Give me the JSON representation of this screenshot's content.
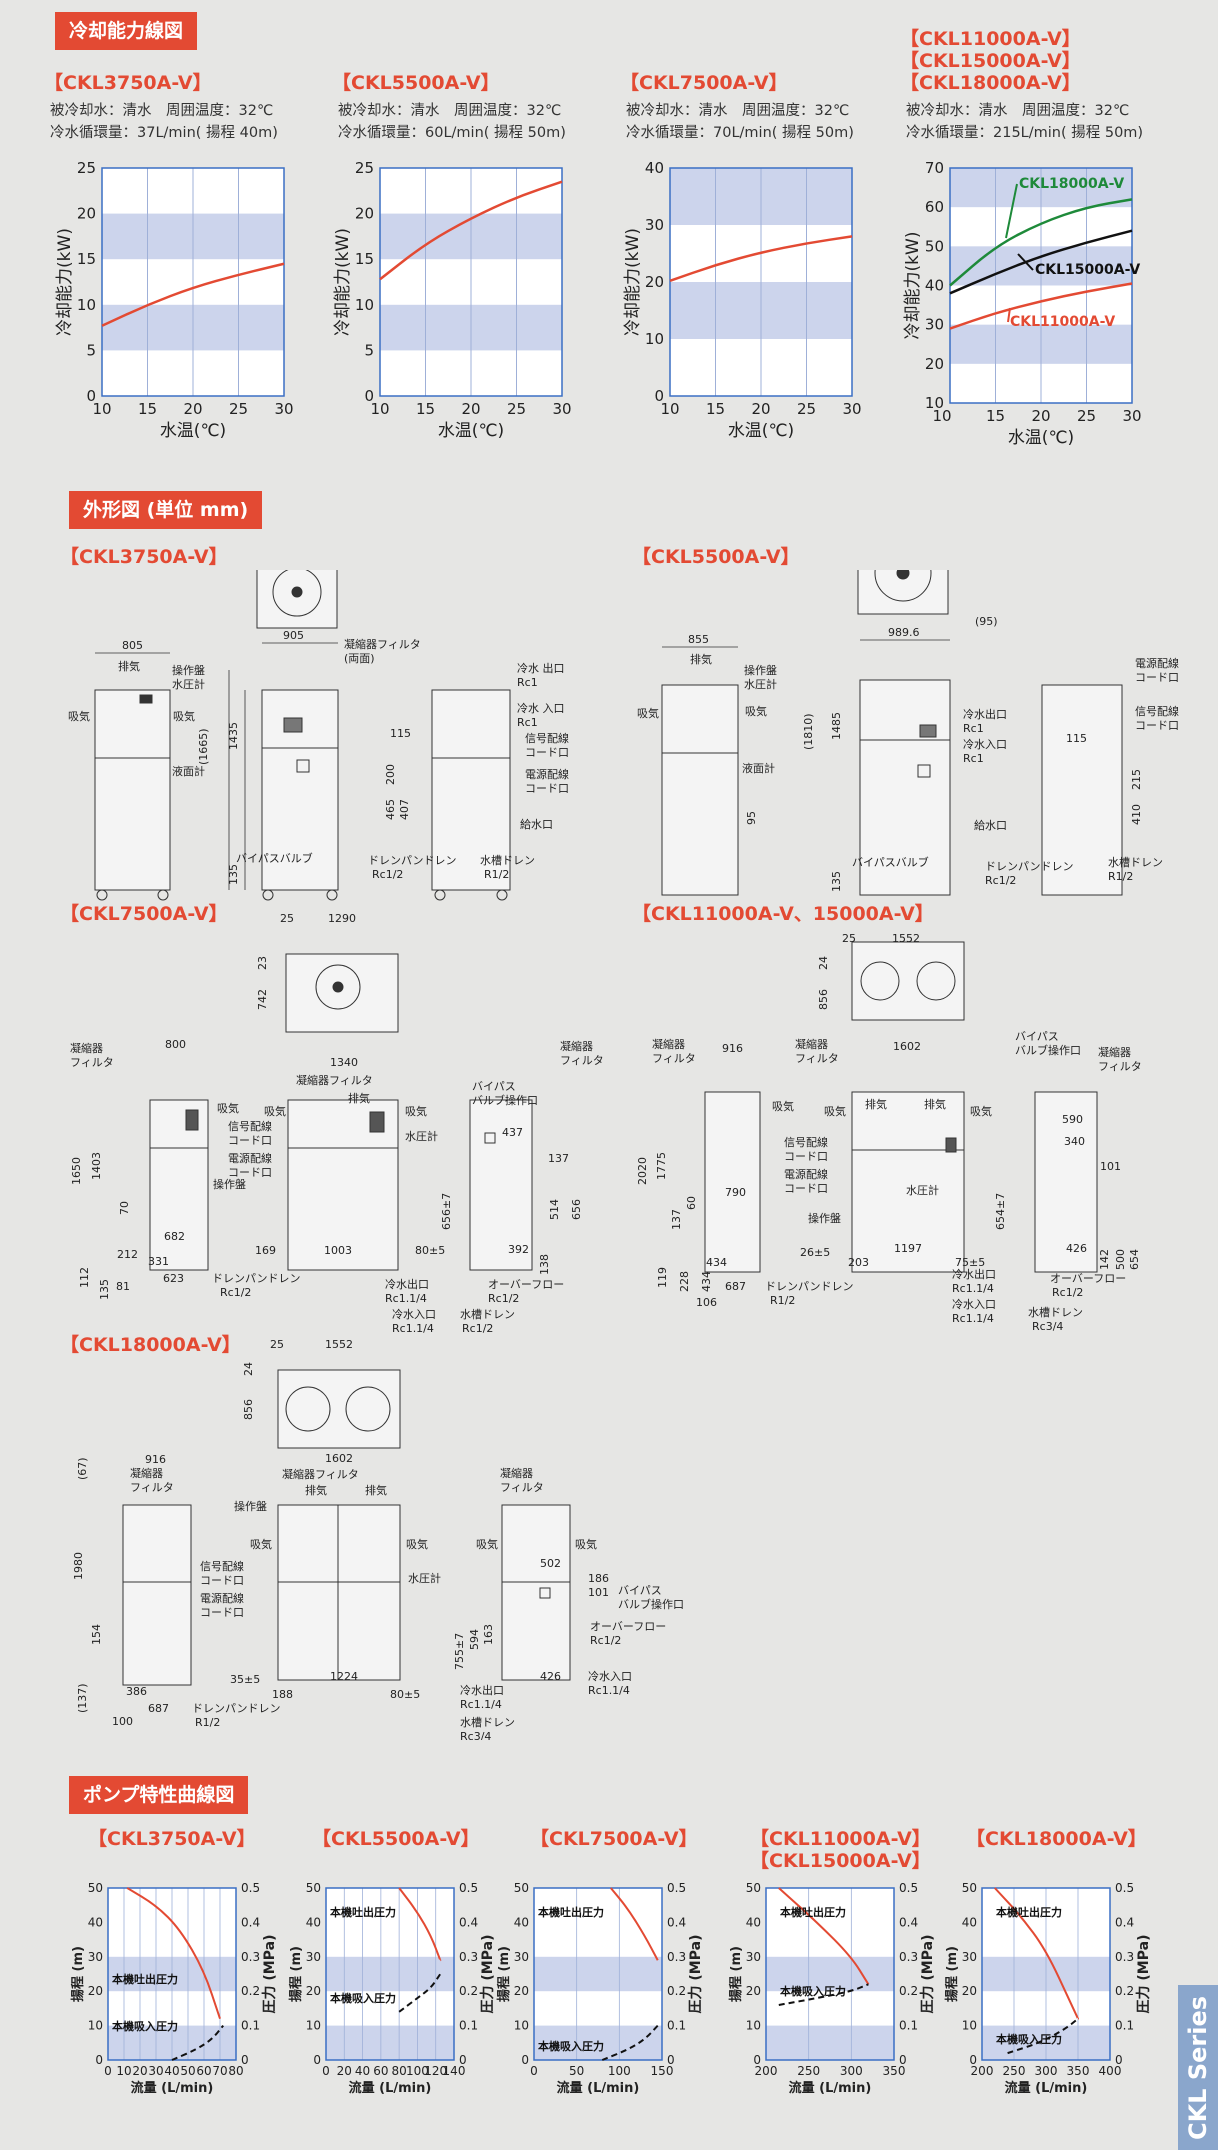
{
  "sections": {
    "capacity": "冷却能力線図",
    "dimensions": "外形図 (単位 mm)",
    "pump": "ポンプ特性曲線図"
  },
  "capacity_charts": [
    {
      "model": "【CKL3750A-V】",
      "cond1": "被冷却水：清水　周囲温度：32℃",
      "cond2": "冷水循環量：37L/min( 揚程 40m)"
    },
    {
      "model": "【CKL5500A-V】",
      "cond1": "被冷却水：清水　周囲温度：32℃",
      "cond2": "冷水循環量：60L/min( 揚程 50m)"
    },
    {
      "model": "【CKL7500A-V】",
      "cond1": "被冷却水：清水　周囲温度：32℃",
      "cond2": "冷水循環量：70L/min( 揚程 50m)"
    },
    {
      "model_lines": [
        "【CKL11000A-V】",
        "【CKL15000A-V】",
        "【CKL18000A-V】"
      ],
      "cond1": "被冷却水：清水　周囲温度：32℃",
      "cond2": "冷水循環量：215L/min( 揚程 50m)"
    }
  ],
  "dimension_models": {
    "m3750": "【CKL3750A-V】",
    "m5500": "【CKL5500A-V】",
    "m7500": "【CKL7500A-V】",
    "m11000": "【CKL11000A-V、15000A-V】",
    "m18000": "【CKL18000A-V】"
  },
  "dim_labels": {
    "exhaust": "排気",
    "intake": "吸気",
    "panel": "操作盤",
    "pressure_gauge": "水圧計",
    "level_gauge": "液面計",
    "filter": "凝縮器フィルタ",
    "filter_both": "(両面)",
    "cw_out": "冷水 出口",
    "cw_in": "冷水 入口",
    "rc1": "Rc1",
    "signal": "信号配線",
    "cord": "コード口",
    "power": "電源配線",
    "supply": "給水口",
    "bypass": "バイパスバルブ",
    "drain_pan": "ドレンパンドレン",
    "rc12": "Rc1/2",
    "tank_drain": "水槽ドレン",
    "r12": "R1/2",
    "cw_out2": "冷水出口",
    "cw_in2": "冷水入口",
    "rc114": "Rc1.1/4",
    "overflow": "オーバーフロー",
    "rc34": "Rc3/4",
    "bypass_valve": "バイパス",
    "valve_op": "バルブ操作口",
    "condenser": "凝縮器",
    "filter_short": "フィルタ"
  },
  "chart_data": [
    {
      "type": "line",
      "title": "【CKL3750A-V】",
      "xlabel": "水温(℃)",
      "ylabel": "冷却能力(kW)",
      "xlim": [
        10,
        30
      ],
      "ylim": [
        0,
        25
      ],
      "xticks": [
        10,
        15,
        20,
        25,
        30
      ],
      "yticks": [
        0,
        5,
        10,
        15,
        20,
        25
      ],
      "grid": true,
      "series": [
        {
          "x": [
            10,
            15,
            20,
            25,
            30
          ],
          "values": [
            7.7,
            10.0,
            11.9,
            13.3,
            14.5
          ]
        }
      ]
    },
    {
      "type": "line",
      "title": "【CKL5500A-V】",
      "xlabel": "水温(℃)",
      "ylabel": "冷却能力(kW)",
      "xlim": [
        10,
        30
      ],
      "ylim": [
        0,
        25
      ],
      "xticks": [
        10,
        15,
        20,
        25,
        30
      ],
      "yticks": [
        0,
        5,
        10,
        15,
        20,
        25
      ],
      "grid": true,
      "series": [
        {
          "x": [
            10,
            15,
            20,
            25,
            30
          ],
          "values": [
            12.8,
            16.7,
            19.5,
            21.8,
            23.5
          ]
        }
      ]
    },
    {
      "type": "line",
      "title": "【CKL7500A-V】",
      "xlabel": "水温(℃)",
      "ylabel": "冷却能力(kW)",
      "xlim": [
        10,
        30
      ],
      "ylim": [
        0,
        40
      ],
      "xticks": [
        10,
        15,
        20,
        25,
        30
      ],
      "yticks": [
        0,
        10,
        20,
        30,
        40
      ],
      "grid": true,
      "series": [
        {
          "x": [
            10,
            15,
            20,
            25,
            30
          ],
          "values": [
            20.2,
            23.0,
            25.2,
            26.8,
            28.0
          ]
        }
      ]
    },
    {
      "type": "line",
      "title": "【CKL11000A-V】【CKL15000A-V】【CKL18000A-V】",
      "xlabel": "水温(℃)",
      "ylabel": "冷却能力(kW)",
      "xlim": [
        10,
        30
      ],
      "ylim": [
        10,
        70
      ],
      "xticks": [
        15,
        20,
        25,
        30
      ],
      "yticks": [
        10,
        20,
        30,
        40,
        50,
        60,
        70
      ],
      "grid": true,
      "series": [
        {
          "name": "CKL18000A-V",
          "color": "#1e8a3a",
          "x": [
            10,
            15,
            20,
            25,
            30
          ],
          "values": [
            40,
            50,
            56,
            60,
            62
          ]
        },
        {
          "name": "CKL15000A-V",
          "color": "#111111",
          "x": [
            10,
            15,
            20,
            25,
            30
          ],
          "values": [
            38,
            43,
            47.5,
            51,
            54
          ]
        },
        {
          "name": "CKL11000A-V",
          "color": "#e34a33",
          "x": [
            10,
            15,
            20,
            25,
            30
          ],
          "values": [
            29,
            33,
            36,
            38.5,
            40.5
          ]
        }
      ]
    },
    {
      "type": "line",
      "title": "【CKL3750A-V】",
      "xlabel": "流量 (L/min)",
      "ylabel": "揚程 (m)",
      "ylabel2": "圧力 (MPa)",
      "xlim": [
        0,
        80
      ],
      "ylim": [
        0,
        50
      ],
      "xticks": [
        0,
        10,
        20,
        30,
        40,
        50,
        60,
        70,
        80
      ],
      "yticks": [
        0,
        10,
        20,
        30,
        40,
        50
      ],
      "y2ticks": [
        "0",
        "0.1",
        "0.2",
        "0.3",
        "0.4",
        "0.5"
      ],
      "series": [
        {
          "name": "本機吐出圧力",
          "style": "solid",
          "x": [
            12,
            30,
            45,
            60,
            70
          ],
          "values": [
            50,
            45,
            38,
            26,
            12
          ]
        },
        {
          "name": "本機吸入圧力",
          "style": "dashed",
          "x": [
            40,
            55,
            65,
            72
          ],
          "values": [
            0,
            3,
            6,
            10
          ]
        }
      ]
    },
    {
      "type": "line",
      "title": "【CKL5500A-V】",
      "xlabel": "流量 (L/min)",
      "ylabel": "揚程 (m)",
      "ylabel2": "圧力 (MPa)",
      "xlim": [
        0,
        140
      ],
      "ylim": [
        0,
        50
      ],
      "xticks": [
        0,
        20,
        40,
        60,
        80,
        100,
        120,
        140
      ],
      "yticks": [
        0,
        10,
        20,
        30,
        40,
        50
      ],
      "y2ticks": [
        "0",
        "0.1",
        "0.2",
        "0.3",
        "0.4",
        "0.5"
      ],
      "series": [
        {
          "name": "本機吐出圧力",
          "style": "solid",
          "x": [
            80,
            100,
            115,
            125
          ],
          "values": [
            50,
            43,
            36,
            29
          ]
        },
        {
          "name": "本機吸入圧力",
          "style": "dashed",
          "x": [
            80,
            100,
            115,
            125
          ],
          "values": [
            14,
            18,
            21,
            25
          ]
        }
      ]
    },
    {
      "type": "line",
      "title": "【CKL7500A-V】",
      "xlabel": "流量 (L/min)",
      "ylabel": "揚程 (m)",
      "ylabel2": "圧力 (MPa)",
      "xlim": [
        0,
        150
      ],
      "ylim": [
        0,
        50
      ],
      "xticks": [
        0,
        50,
        100,
        150
      ],
      "yticks": [
        0,
        10,
        20,
        30,
        40,
        50
      ],
      "y2ticks": [
        "0",
        "0.1",
        "0.2",
        "0.3",
        "0.4",
        "0.5"
      ],
      "series": [
        {
          "name": "本機吐出圧力",
          "style": "solid",
          "x": [
            90,
            110,
            130,
            145
          ],
          "values": [
            50,
            44,
            36,
            29
          ]
        },
        {
          "name": "本機吸入圧力",
          "style": "dashed",
          "x": [
            80,
            110,
            130,
            145
          ],
          "values": [
            0,
            3,
            6,
            10
          ]
        }
      ]
    },
    {
      "type": "line",
      "title": "【CKL11000A-V】【CKL15000A-V】",
      "xlabel": "流量 (L/min)",
      "ylabel": "揚程 (m)",
      "ylabel2": "圧力 (MPa)",
      "xlim": [
        200,
        350
      ],
      "ylim": [
        0,
        50
      ],
      "xticks": [
        200,
        250,
        300,
        350
      ],
      "yticks": [
        0,
        10,
        20,
        30,
        40,
        50
      ],
      "y2ticks": [
        "0",
        "0.1",
        "0.2",
        "0.3",
        "0.4",
        "0.5"
      ],
      "series": [
        {
          "name": "本機吐出圧力",
          "style": "solid",
          "x": [
            215,
            260,
            300,
            320
          ],
          "values": [
            50,
            40,
            30,
            22
          ]
        },
        {
          "name": "本機吸入圧力",
          "style": "dashed",
          "x": [
            215,
            260,
            300,
            320
          ],
          "values": [
            16,
            18,
            20,
            22
          ]
        }
      ]
    },
    {
      "type": "line",
      "title": "【CKL18000A-V】",
      "xlabel": "流量 (L/min)",
      "ylabel": "揚程 (m)",
      "ylabel2": "圧力 (MPa)",
      "xlim": [
        200,
        400
      ],
      "ylim": [
        0,
        50
      ],
      "xticks": [
        200,
        250,
        300,
        350,
        400
      ],
      "yticks": [
        0,
        10,
        20,
        30,
        40,
        50
      ],
      "y2ticks": [
        "0",
        "0.1",
        "0.2",
        "0.3",
        "0.4",
        "0.5"
      ],
      "series": [
        {
          "name": "本機吐出圧力",
          "style": "solid",
          "x": [
            220,
            260,
            300,
            340,
            350
          ],
          "values": [
            50,
            42,
            32,
            16,
            12
          ]
        },
        {
          "name": "本機吸入圧力",
          "style": "dashed",
          "x": [
            240,
            290,
            330,
            350
          ],
          "values": [
            2,
            5,
            9,
            12
          ]
        }
      ]
    }
  ],
  "pump_models": [
    "【CKL3750A-V】",
    "【CKL5500A-V】",
    "【CKL7500A-V】",
    "【CKL11000A-V】",
    "【CKL18000A-V】"
  ],
  "pump_model_extra": "【CKL15000A-V】",
  "pump_labels": {
    "discharge": "本機吐出圧力",
    "suction": "本機吸入圧力"
  },
  "series_tab": "CKL Series",
  "colors": {
    "accent": "#e34a33",
    "band": "#ccd4ec",
    "frame": "#3a6fc4",
    "tab": "#8aa6cc"
  }
}
